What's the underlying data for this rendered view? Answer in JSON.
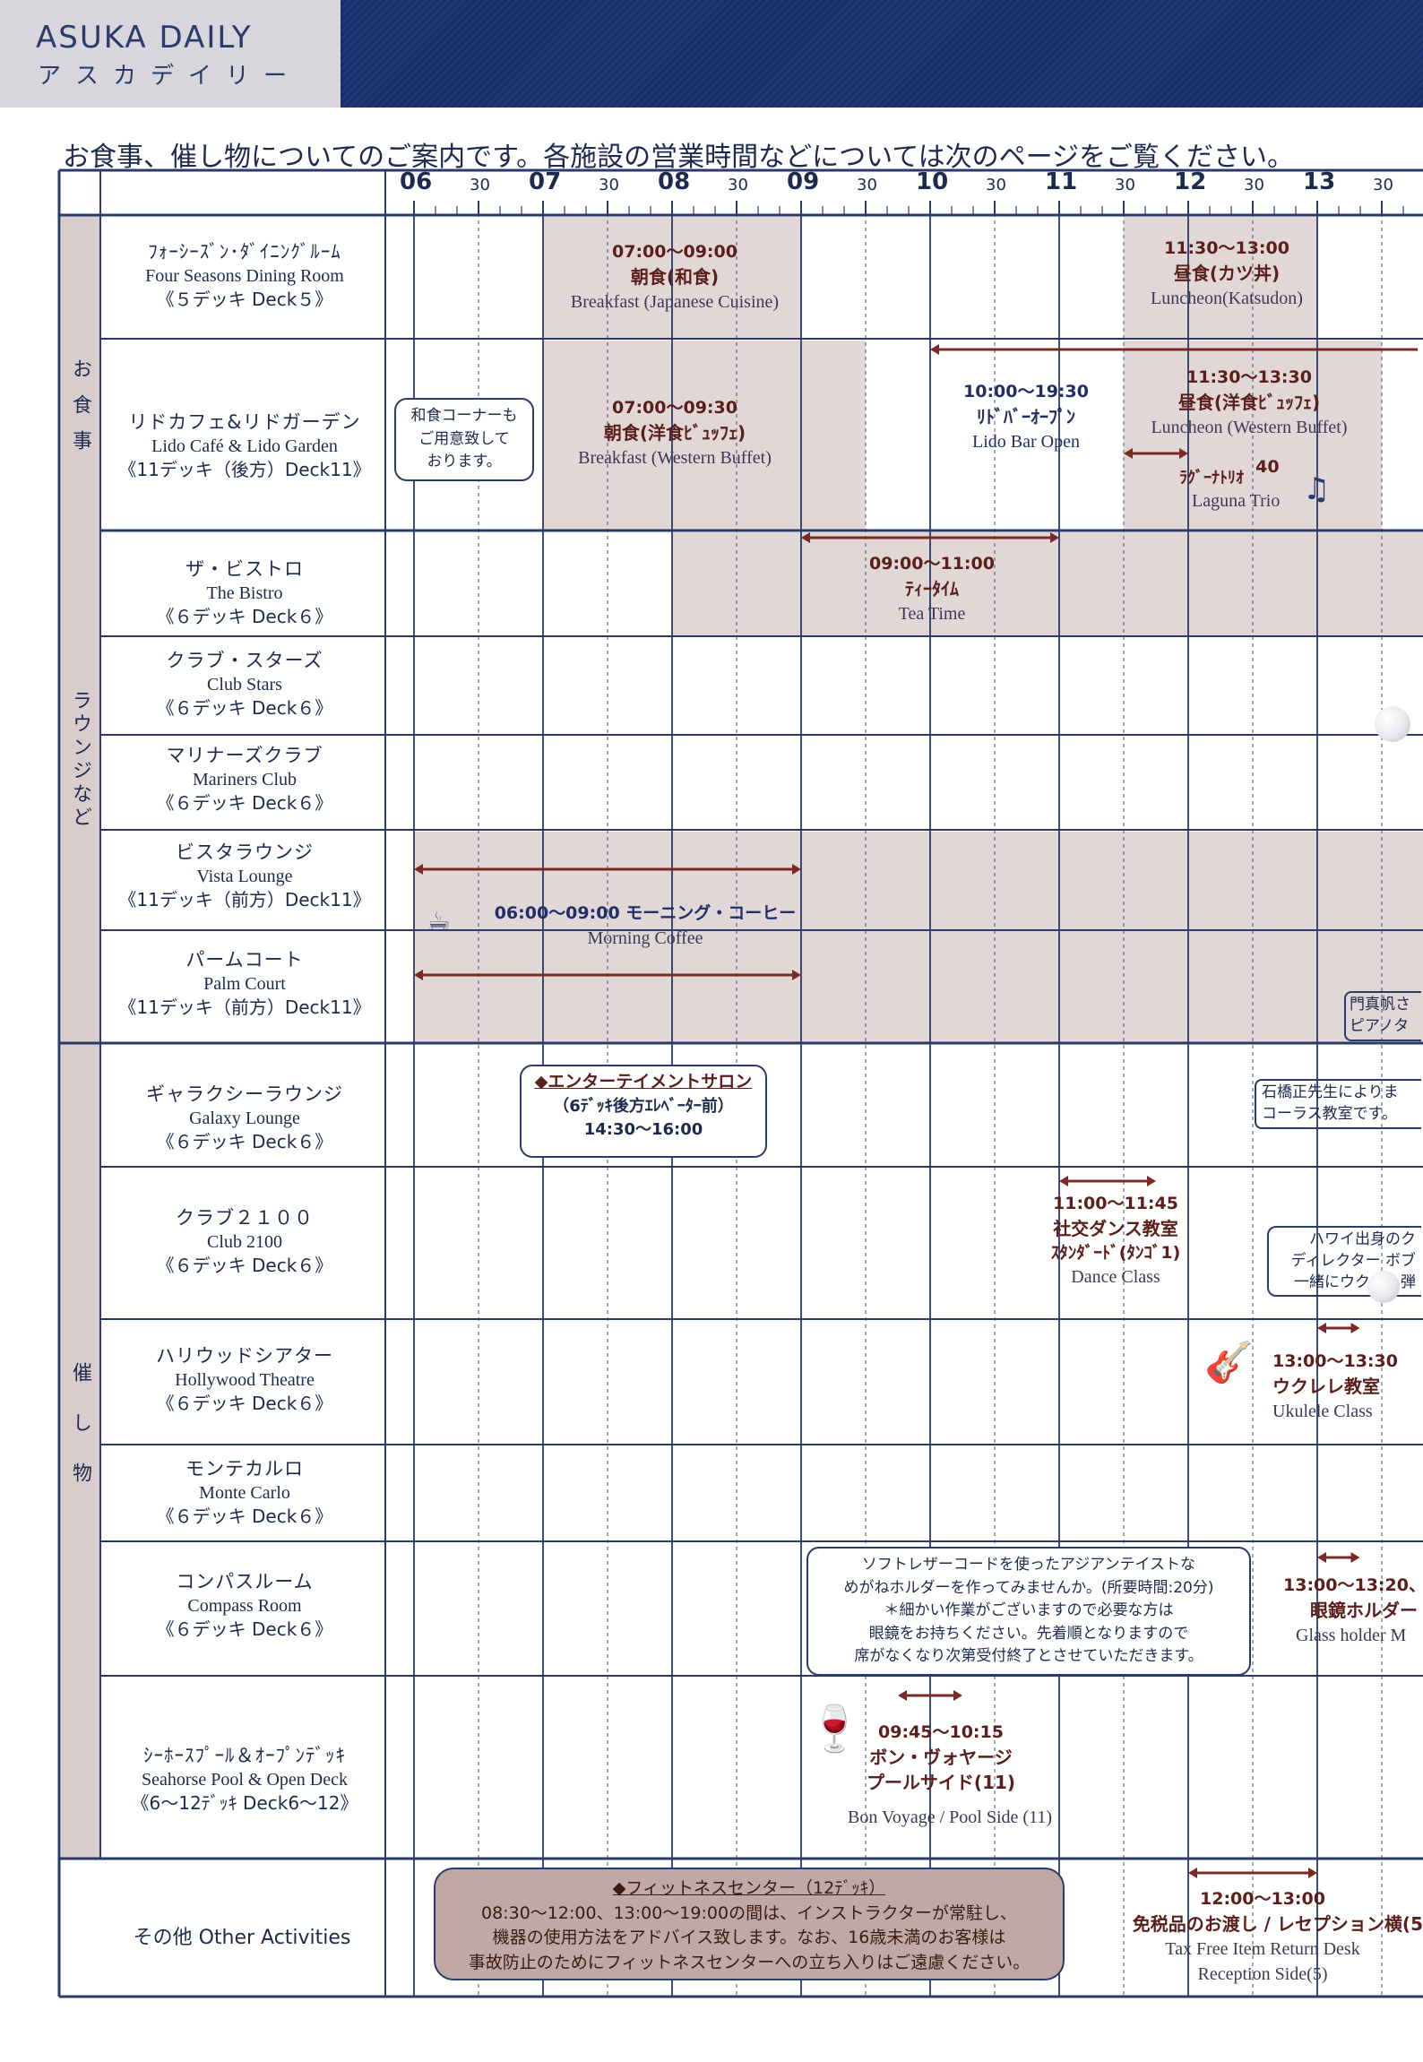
{
  "header": {
    "brand": "ASUKA DAILY",
    "brand_kana": "アスカデイリー"
  },
  "intro": "お食事、催し物についてのご案内です。各施設の営業時間などについては次のページをご覧ください。",
  "timeline": {
    "hours": [
      "06",
      "07",
      "08",
      "09",
      "10",
      "11",
      "12",
      "13"
    ],
    "half": "30"
  },
  "categories": {
    "dining": "お食事",
    "lounge": "ラウンジなど",
    "events": "催し物",
    "other": "その他 Other Activities"
  },
  "venues": [
    {
      "jp": "ﾌｫｰｼｰｽﾞﾝ･ﾀﾞｲﾆﾝｸﾞﾙｰﾑ",
      "en": "Four Seasons Dining Room",
      "deck": "《５デッキ Deck５》"
    },
    {
      "jp": "リドカフェ&リドガーデン",
      "en": "Lido Café & Lido Garden",
      "deck": "《11デッキ（後方）Deck11》"
    },
    {
      "jp": "ザ・ビストロ",
      "en": "The Bistro",
      "deck": "《６デッキ Deck６》"
    },
    {
      "jp": "クラブ・スターズ",
      "en": "Club Stars",
      "deck": "《６デッキ Deck６》"
    },
    {
      "jp": "マリナーズクラブ",
      "en": "Mariners Club",
      "deck": "《６デッキ Deck６》"
    },
    {
      "jp": "ビスタラウンジ",
      "en": "Vista Lounge",
      "deck": "《11デッキ（前方）Deck11》"
    },
    {
      "jp": "パームコート",
      "en": "Palm Court",
      "deck": "《11デッキ（前方）Deck11》"
    },
    {
      "jp": "ギャラクシーラウンジ",
      "en": "Galaxy Lounge",
      "deck": "《６デッキ Deck６》"
    },
    {
      "jp": "クラブ２１００",
      "en": "Club 2100",
      "deck": "《６デッキ Deck６》"
    },
    {
      "jp": "ハリウッドシアター",
      "en": "Hollywood Theatre",
      "deck": "《６デッキ Deck６》"
    },
    {
      "jp": "モンテカルロ",
      "en": "Monte Carlo",
      "deck": "《６デッキ Deck６》"
    },
    {
      "jp": "コンパスルーム",
      "en": "Compass Room",
      "deck": "《６デッキ Deck６》"
    },
    {
      "jp": "ｼｰﾎｰｽﾌﾟｰﾙ＆ｵｰﾌﾟﾝﾃﾞｯｷ",
      "en": "Seahorse Pool & Open Deck",
      "deck": "《6～12ﾃﾞｯｷ Deck6～12》"
    }
  ],
  "events": {
    "fs_breakfast": {
      "time": "07:00～09:00",
      "jp": "朝食(和食)",
      "en": "Breakfast (Japanese Cuisine)"
    },
    "fs_lunch": {
      "time": "11:30～13:00",
      "jp": "昼食(カツ丼)",
      "en": "Luncheon(Katsudon)"
    },
    "lido_note": "和食コーナーも\nご用意致して\nおります。",
    "lido_breakfast": {
      "time": "07:00～09:30",
      "jp": "朝食(洋食ﾋﾞｭｯﾌｪ)",
      "en": "Breakfast (Western Buffet)"
    },
    "lido_bar": {
      "time": "10:00～19:30",
      "jp": "ﾘﾄﾞﾊﾞｰｵｰﾌﾟﾝ",
      "en": "Lido Bar Open"
    },
    "lido_lunch": {
      "time": "11:30～13:30",
      "jp": "昼食(洋食ﾋﾞｭｯﾌｪ)",
      "en": "Luncheon (Western Buffet)"
    },
    "laguna": {
      "jp": "ﾗｸﾞｰﾅﾄﾘｵ",
      "num": "40",
      "en": "Laguna Trio"
    },
    "tea": {
      "time": "09:00～11:00",
      "jp": "ﾃｨｰﾀｲﾑ",
      "en": "Tea Time"
    },
    "coffee": {
      "text": "06:00～09:00 モーニング・コーヒー",
      "en": "Morning  Coffee"
    },
    "palm_edge": "門真帆さ\nピアノタ",
    "salon": {
      "title": "◆エンターテイメントサロン",
      "sub": "（6ﾃﾞｯｷ後方ｴﾚﾍﾞｰﾀｰ前）",
      "time": "14:30～16:00"
    },
    "galaxy_edge": "石橋正先生によりま\nコーラス教室です。",
    "dance": {
      "time": "11:00～11:45",
      "jp": "社交ダンス教室",
      "sub": "ｽﾀﾝﾀﾞｰﾄﾞ(ﾀﾝｺﾞ1)",
      "en": "Dance Class"
    },
    "club_edge": "ハワイ出身のク\nディレクター ボブ\n一緒にウクレ　弾",
    "ukulele": {
      "time": "13:00～13:30",
      "jp": "ウクレレ教室",
      "en": "Ukulele Class"
    },
    "compass_note": "ソフトレザーコードを使ったアジアンテイストな\nめがねホルダーを作ってみませんか。(所要時間:20分)\n＊細かい作業がございますので必要な方は\n眼鏡をお持ちください。先着順となりますので\n席がなくなり次第受付終了とさせていただきます。",
    "glass": {
      "time": "13:00～13:20、",
      "jp": "眼鏡ホルダー",
      "en": "Glass holder M"
    },
    "bonvoyage": {
      "time": "09:45～10:15",
      "jp": "ボン・ヴォヤージ",
      "jp2": "プールサイド(11)",
      "en": "Bon Voyage / Pool Side (11)"
    },
    "fitness": {
      "title": "◆フィットネスセンター（12ﾃﾞｯｷ）",
      "body": "08:30～12:00、13:00～19:00の間は、インストラクターが常駐し、\n機器の使用方法をアドバイス致します。なお、16歳未満のお客様は\n事故防止のためにフィットネスセンターへの立ち入りはご遠慮ください。"
    },
    "taxfree": {
      "time": "12:00～13:00",
      "jp": "免税品のお渡し / レセプション横(5",
      "en": "Tax Free Item Return Desk",
      "en2": "Reception Side(5)"
    }
  },
  "colors": {
    "navy": "#2a3a6a",
    "shade": "#ddd0d0",
    "arrow": "#7a2a22",
    "label_shade": "#d8cccc"
  }
}
